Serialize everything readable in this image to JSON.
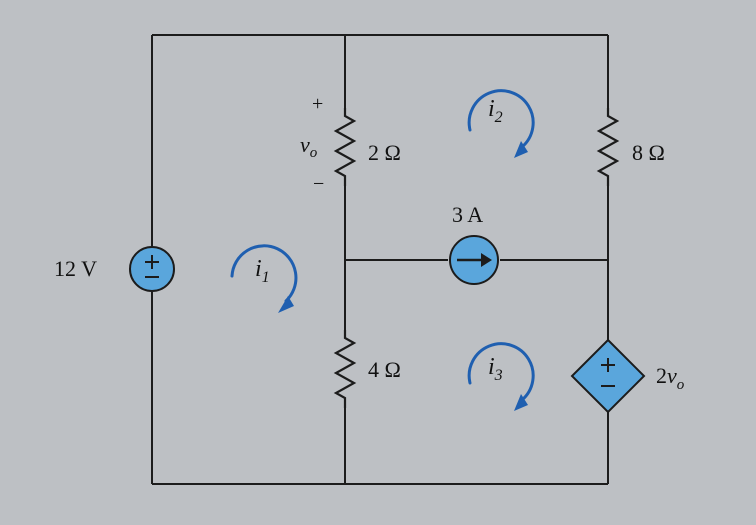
{
  "colors": {
    "background": "#b9bcc0",
    "panel": "#c4c7cb",
    "wire": "#1c1c1c",
    "source_fill": "#5aa6dc",
    "mesh_arrow": "#1f5fb0"
  },
  "sources": {
    "voltage_value": "12 V",
    "current_value": "3 A",
    "dependent_value": "2",
    "dependent_var": "v",
    "dependent_sub": "o"
  },
  "resistors": {
    "r_top_left": "2 Ω",
    "r_right": "8 Ω",
    "r_bottom": "4 Ω"
  },
  "vo": {
    "plus": "+",
    "minus": "−",
    "var": "v",
    "sub": "o"
  },
  "meshes": [
    {
      "var": "i",
      "sub": "1"
    },
    {
      "var": "i",
      "sub": "2"
    },
    {
      "var": "i",
      "sub": "3"
    }
  ],
  "icons": [
    "voltage-source-icon",
    "current-source-icon",
    "dependent-voltage-source-icon",
    "resistor-icon",
    "mesh-current-arrow-icon"
  ]
}
